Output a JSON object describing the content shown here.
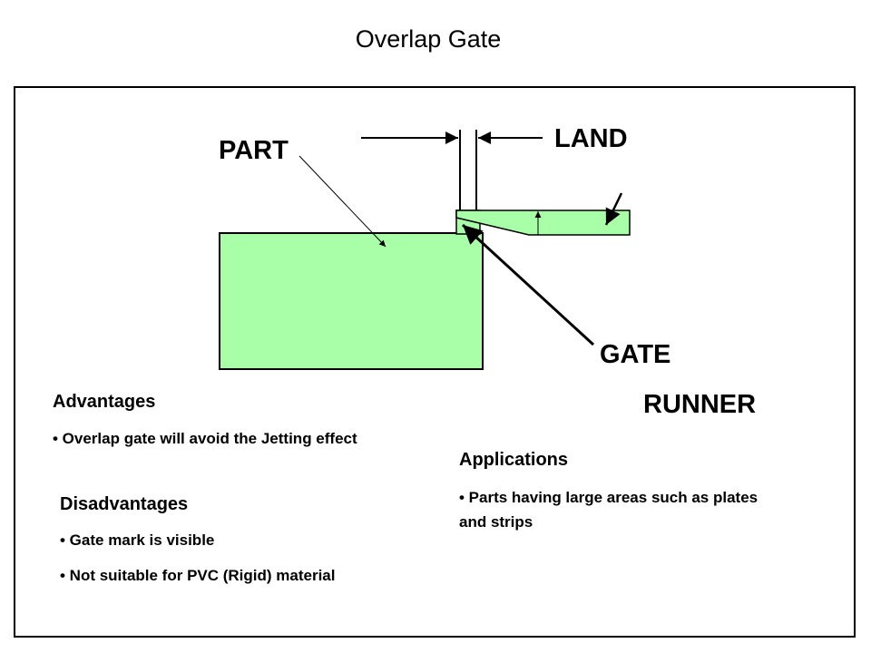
{
  "title": "Overlap Gate",
  "labels": {
    "part": "PART",
    "land": "LAND",
    "gate": "GATE",
    "runner": "RUNNER"
  },
  "colors": {
    "fill": "#a8ffa8",
    "stroke": "#000000"
  },
  "advantages": {
    "heading": "Advantages",
    "items": [
      "• Overlap gate will avoid the Jetting effect"
    ]
  },
  "disadvantages": {
    "heading": "Disadvantages",
    "items": [
      "• Gate mark is visible",
      "• Not suitable for PVC (Rigid) material"
    ]
  },
  "applications": {
    "heading": "Applications",
    "items": [
      "• Parts having large areas such as plates and strips"
    ]
  }
}
